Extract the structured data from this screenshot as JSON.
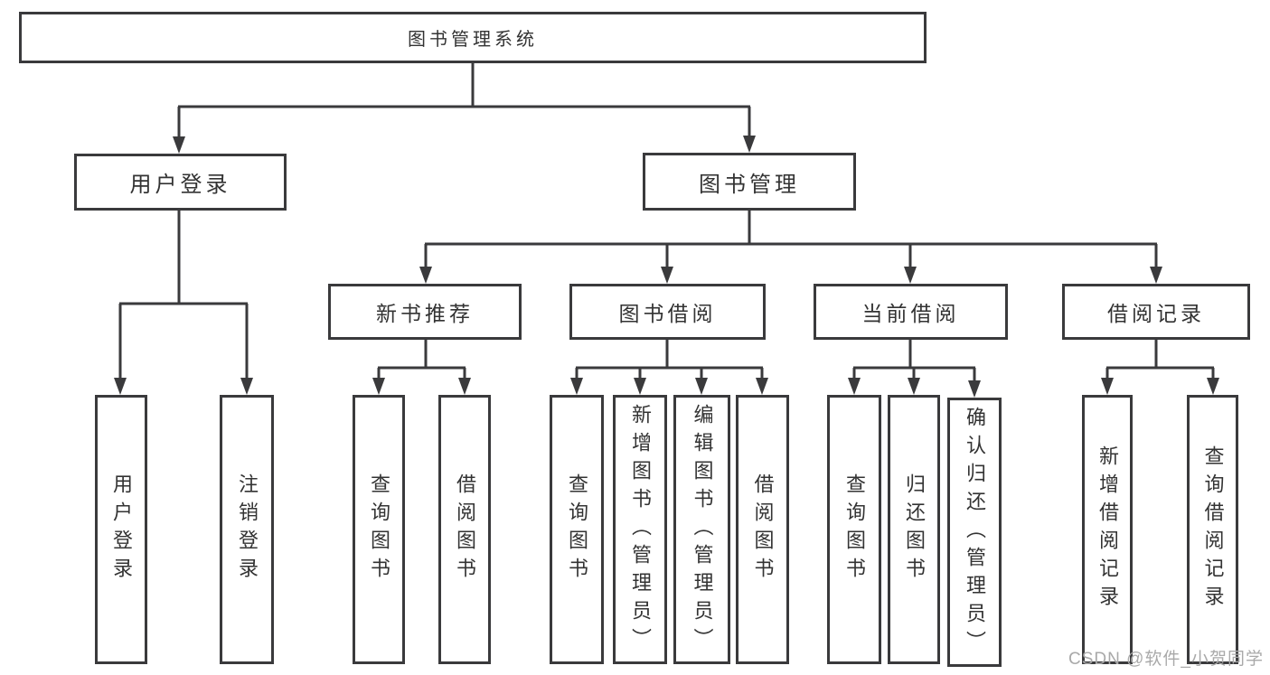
{
  "diagram": {
    "watermark": "CSDN @软件_小贺同学",
    "colors": {
      "line": "#3a3a3c",
      "text": "#333333",
      "watermark": "#a9a9a9",
      "background": "#ffffff"
    },
    "tree": {
      "root": {
        "label": "图书管理系统"
      },
      "children": [
        {
          "label": "用户登录",
          "children": [
            {
              "label": "用户登录"
            },
            {
              "label": "注销登录"
            }
          ]
        },
        {
          "label": "图书管理",
          "children": [
            {
              "label": "新书推荐",
              "children": [
                {
                  "label": "查询图书"
                },
                {
                  "label": "借阅图书"
                }
              ]
            },
            {
              "label": "图书借阅",
              "children": [
                {
                  "label": "查询图书"
                },
                {
                  "label": "新增图书（管理员）"
                },
                {
                  "label": "编辑图书（管理员）"
                },
                {
                  "label": "借阅图书"
                }
              ]
            },
            {
              "label": "当前借阅",
              "children": [
                {
                  "label": "查询图书"
                },
                {
                  "label": "归还图书"
                },
                {
                  "label": "确认归还（管理员）"
                }
              ]
            },
            {
              "label": "借阅记录",
              "children": [
                {
                  "label": "新增借阅记录"
                },
                {
                  "label": "查询借阅记录"
                }
              ]
            }
          ]
        }
      ]
    }
  }
}
